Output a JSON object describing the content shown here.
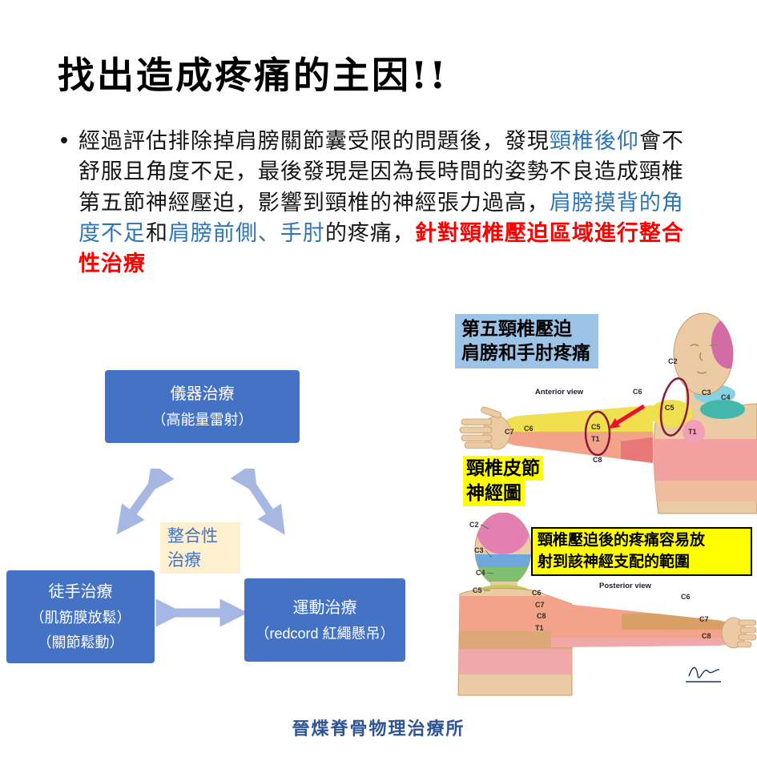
{
  "slide": {
    "title": "找出造成疼痛的主因!!",
    "footer": "晉煠脊骨物理治療所"
  },
  "bullet": {
    "marker": "•",
    "segments": [
      {
        "text": "經過評估排除掉肩膀關節囊受限的問題後，發現",
        "color": "black"
      },
      {
        "text": "頸椎後仰",
        "color": "blue"
      },
      {
        "text": "會不舒服且角度不足，最後發現是因為長時間的姿勢不良造成頸椎第五節神經壓迫，影響到頸椎的神經張力過高，",
        "color": "black"
      },
      {
        "text": "肩膀摸背的角度不足",
        "color": "blue"
      },
      {
        "text": "和",
        "color": "black"
      },
      {
        "text": "肩膀前側、手肘",
        "color": "blue"
      },
      {
        "text": "的疼痛，",
        "color": "black"
      },
      {
        "text": "針對頸椎壓迫區域進行整合性治療",
        "color": "red"
      }
    ]
  },
  "diagram": {
    "top_box": {
      "line1": "儀器治療",
      "line2": "（高能量雷射）"
    },
    "left_box": {
      "line1": "徒手治療",
      "line2": "（肌筋膜放鬆）",
      "line3": "（關節鬆動）"
    },
    "right_box": {
      "line1": "運動治療",
      "line2": "（redcord 紅繩懸吊）"
    },
    "center_label": {
      "line1": "整合性",
      "line2": "治療"
    },
    "colors": {
      "box_blue": "#4472C4",
      "arrow_blue": "#A7B7E3",
      "center_bg": "#FCF0CE"
    }
  },
  "anatomy": {
    "caption_top": {
      "line1": "第五頸椎壓迫",
      "line2": "肩膀和手肘疼痛",
      "bg": "#9DC3E6"
    },
    "dermatome_caption": {
      "line1": "頸椎皮節",
      "line2": "神經圖",
      "bg": "#FFFF00"
    },
    "note_box": {
      "line1": "頸椎壓迫後的疼痛容易放",
      "line2": "射到該神經支配的範圍",
      "bg": "#FFFF00"
    },
    "annotation_colors": {
      "circle": "#8B1A3A",
      "arrow": "#E8112D"
    },
    "anterior": {
      "view_label": "Anterior view",
      "labels": {
        "c2": "C2",
        "c6_neck": "C6",
        "c3": "C3",
        "c4": "C4",
        "c5_shoulder": "C5",
        "t1_chest": "T1",
        "c7_wrist": "C7",
        "c6_wrist": "C6",
        "c5_arm": "C5",
        "t1_arm": "T1",
        "c8_arm": "C8"
      }
    },
    "posterior": {
      "view_label": "Posterior view",
      "labels": {
        "c2": "C2",
        "c3": "C3",
        "c4": "C4",
        "c5": "C5",
        "c6_spine": "C6",
        "c7_spine": "C7",
        "c8_spine": "C8",
        "t1_spine": "T1",
        "c6_hand": "C6",
        "c7_hand": "C7",
        "c8_hand": "C8"
      }
    }
  },
  "text_colors": {
    "blue": "#2E75B6",
    "red": "#FF0000",
    "footer_blue": "#2F5496"
  }
}
